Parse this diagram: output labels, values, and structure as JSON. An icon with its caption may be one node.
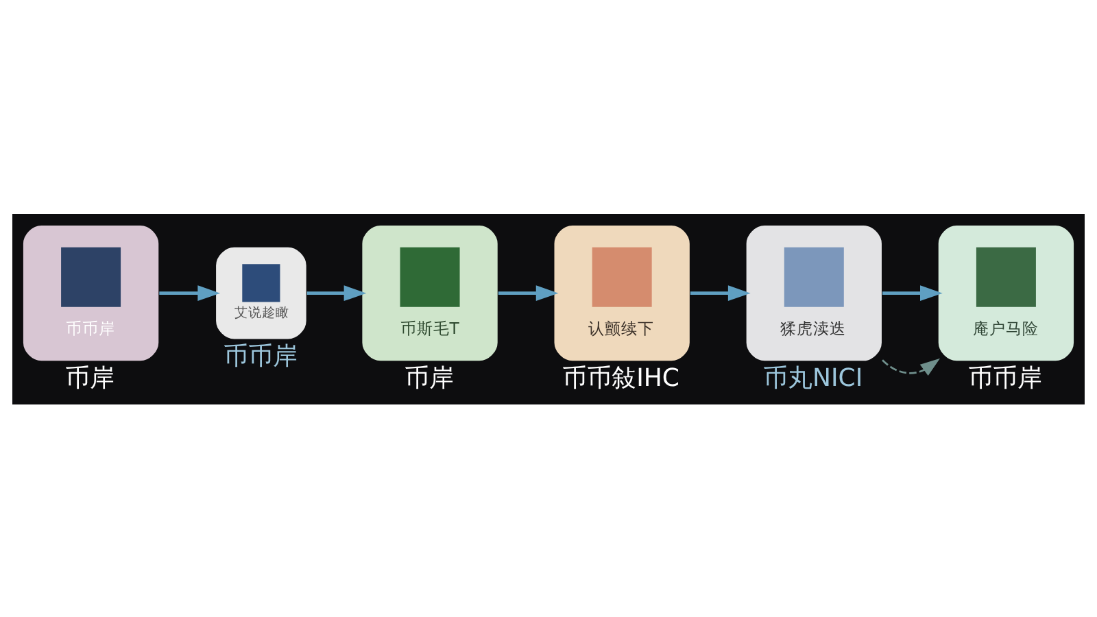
{
  "diagram": {
    "nodes": [
      {
        "text": [
          "币币岸"
        ],
        "beside": [
          "币岸"
        ]
      },
      {
        "text": [
          "艾说趁瞰"
        ],
        "beside": [
          "币币岸"
        ]
      },
      {
        "text": [
          "币斯毛T"
        ],
        "beside": [
          "币岸"
        ]
      },
      {
        "text": [
          "认颤续下"
        ],
        "beside": [
          "币币敍IHC"
        ]
      },
      {
        "text": [
          "猱虎渎迭"
        ],
        "beside": [
          "币丸NICI"
        ]
      },
      {
        "text": [
          "庵户马险"
        ],
        "beside": [
          "币币岸"
        ]
      }
    ],
    "edges": [
      {
        "from": 0,
        "to": 1,
        "arrow": "to"
      },
      {
        "from": 1,
        "to": 2,
        "arrow": "to"
      },
      {
        "from": 2,
        "to": 3,
        "arrow": "to"
      },
      {
        "from": 3,
        "to": 4,
        "arrow": "to"
      },
      {
        "from": 4,
        "to": 5,
        "arrow": "to"
      },
      {
        "from": 4,
        "to": 5,
        "arrow": "to",
        "style": "dashed",
        "color": "#6f8f8c"
      }
    ]
  }
}
